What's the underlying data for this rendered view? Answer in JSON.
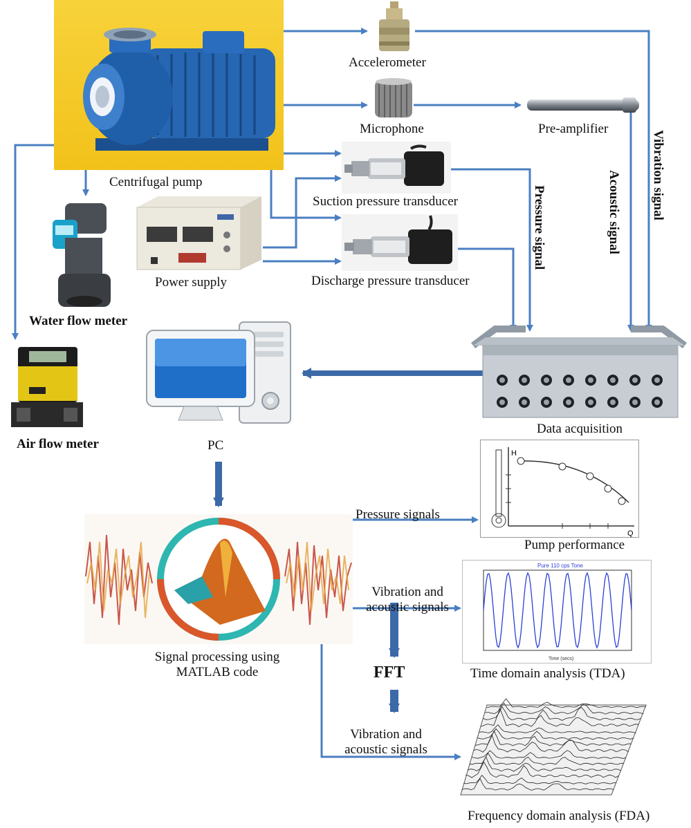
{
  "labels": {
    "centrifugal_pump": "Centrifugal pump",
    "accelerometer": "Accelerometer",
    "microphone": "Microphone",
    "pre_amplifier": "Pre-amplifier",
    "suction_transducer": "Suction pressure transducer",
    "discharge_transducer": "Discharge pressure transducer",
    "power_supply": "Power supply",
    "water_flow_meter": "Water flow meter",
    "air_flow_meter": "Air flow meter",
    "data_acquisition": "Data acquisition",
    "pc": "PC",
    "signal_processing_line1": "Signal processing using",
    "signal_processing_line2": "MATLAB code",
    "pressure_signals": "Pressure signals",
    "pump_performance": "Pump performance",
    "vibration_acoustic_1_line1": "Vibration and",
    "vibration_acoustic_1_line2": "acoustic signals",
    "time_domain": "Time domain analysis (TDA)",
    "fft": "FFT",
    "vibration_acoustic_2_line1": "Vibration and",
    "vibration_acoustic_2_line2": "acoustic signals",
    "frequency_domain": "Frequency domain analysis (FDA)",
    "pressure_signal_vertical": "Pressure signal",
    "acoustic_signal_vertical": "Acoustic signal",
    "vibration_signal_vertical": "Vibration signal"
  },
  "pump_curve": {
    "axis_label_h": "H",
    "axis_label_q": "Q"
  },
  "tda_plot": {
    "title": "Pure 110 cps Tone",
    "xlabel": "Time (secs)"
  },
  "colors": {
    "arrow": "#4a7fc1",
    "pump_background": "#f5c518",
    "pump_body": "#1f5ea8",
    "fat_arrow": "#3c69a8",
    "tda_line": "#2b3fd6"
  }
}
